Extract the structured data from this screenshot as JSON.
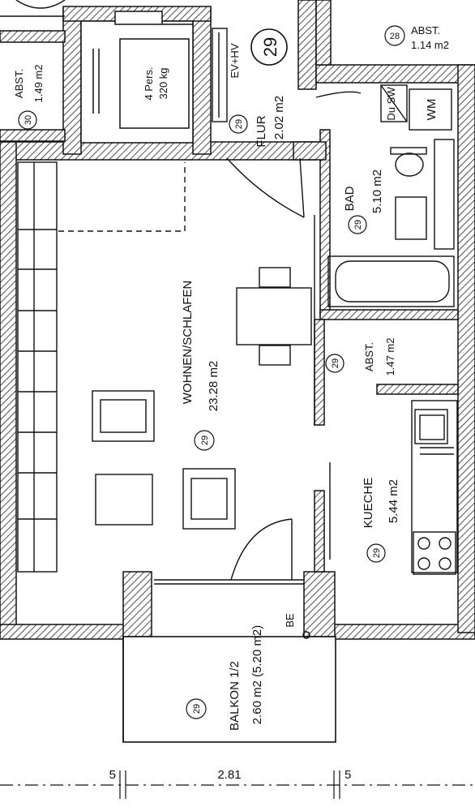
{
  "rooms": {
    "wohnen": {
      "num": "29",
      "name": "WOHNEN/SCHLAFEN",
      "area": "23.28 m2"
    },
    "flur": {
      "num": "29",
      "name": "FLUR",
      "area": "2.02 m2"
    },
    "bad": {
      "num": "29",
      "name": "BAD",
      "area": "5.10 m2"
    },
    "abst_29": {
      "num": "29",
      "name": "ABST.",
      "area": "1.47 m2"
    },
    "kueche": {
      "num": "29",
      "name": "KUECHE",
      "area": "5.44 m2"
    },
    "balkon": {
      "num": "29",
      "name": "BALKON 1/2",
      "area": "2.60 m2 (5.20 m2)"
    },
    "abst_30": {
      "num": "30",
      "name": "ABST.",
      "area": "1.49 m2"
    },
    "abst_28": {
      "num": "28",
      "name": "ABST.",
      "area": "1.14 m2"
    }
  },
  "unit_number": "29",
  "elevator": {
    "line1": "4 Pers.",
    "line2": "320 kg"
  },
  "labels": {
    "ev_hv": "EV+HV",
    "du_sw": "Du SW",
    "wm": "WM",
    "be": "BE"
  },
  "dimensions": {
    "left": "5",
    "main": "2.81",
    "right": "5"
  }
}
